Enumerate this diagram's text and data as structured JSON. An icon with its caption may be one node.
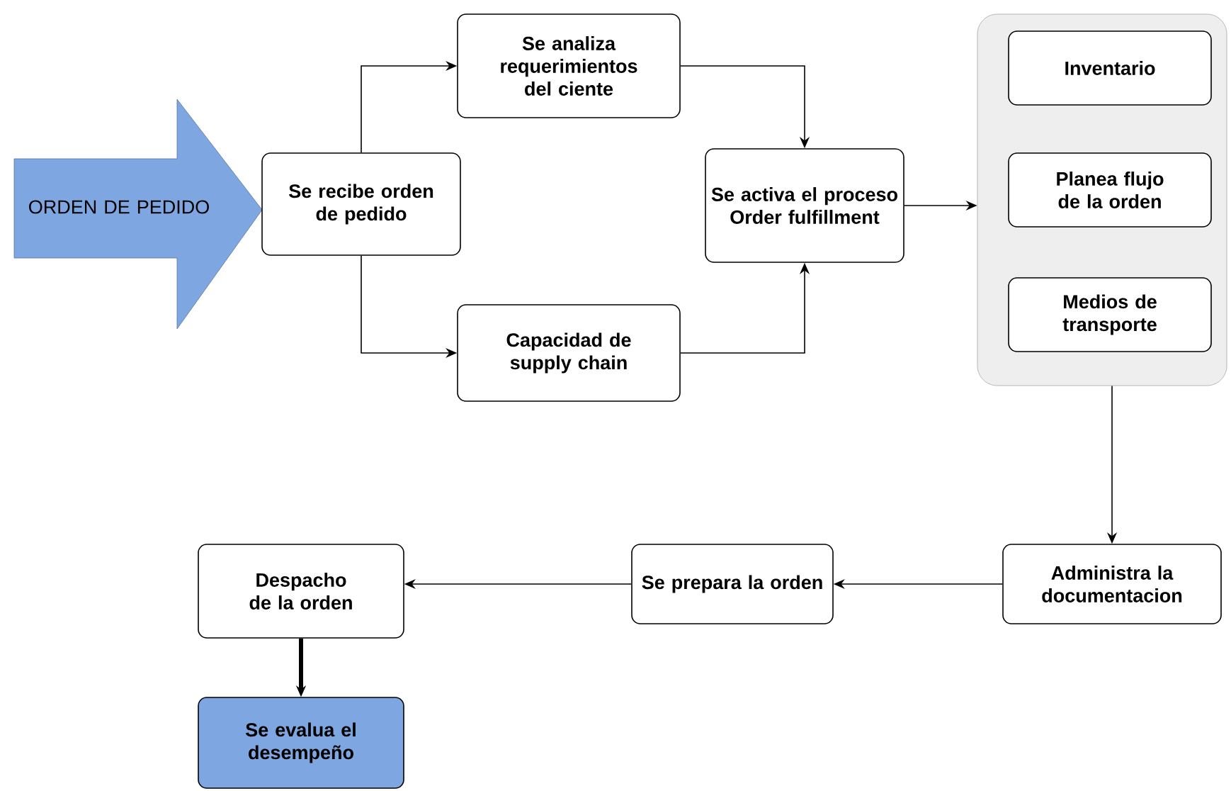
{
  "diagram": {
    "nodes": [
      {
        "text": [
          "ORDEN DE PEDIDO"
        ]
      },
      {
        "text": [
          "Se recibe orden de pedido"
        ]
      },
      {
        "text": [
          "Se analiza requerimientos del ciente"
        ]
      },
      {
        "text": [
          "Capacidad de supply chain"
        ]
      },
      {
        "text": [
          "Se activa el proceso Order fulfillment"
        ]
      },
      {
        "text": [],
        "shape": "box"
      },
      {
        "text": [
          "Inventario"
        ],
        "in": 5
      },
      {
        "text": [
          "Planea flujo de la orden"
        ],
        "in": 5
      },
      {
        "text": [
          "Medios de transporte"
        ],
        "in": 5
      },
      {
        "text": [
          "Administra la documentacion"
        ]
      },
      {
        "text": [
          "Se prepara la orden"
        ]
      },
      {
        "text": [
          "Despacho de la orden"
        ]
      },
      {
        "text": [
          "Se evalua el desempeño"
        ]
      }
    ],
    "edges": [
      {
        "from": 1,
        "to": 2,
        "arrow": "to"
      },
      {
        "from": 1,
        "to": 3,
        "arrow": "to"
      },
      {
        "from": 2,
        "to": 4,
        "arrow": "to"
      },
      {
        "from": 3,
        "to": 4,
        "arrow": "to"
      },
      {
        "from": 4,
        "to": 5,
        "arrow": "to"
      },
      {
        "from": 5,
        "to": 9,
        "arrow": "to"
      },
      {
        "from": 9,
        "to": 10,
        "arrow": "to"
      },
      {
        "from": 10,
        "to": 11,
        "arrow": "to"
      },
      {
        "from": 11,
        "to": 12,
        "arrow": "to",
        "style": "thick"
      }
    ]
  }
}
